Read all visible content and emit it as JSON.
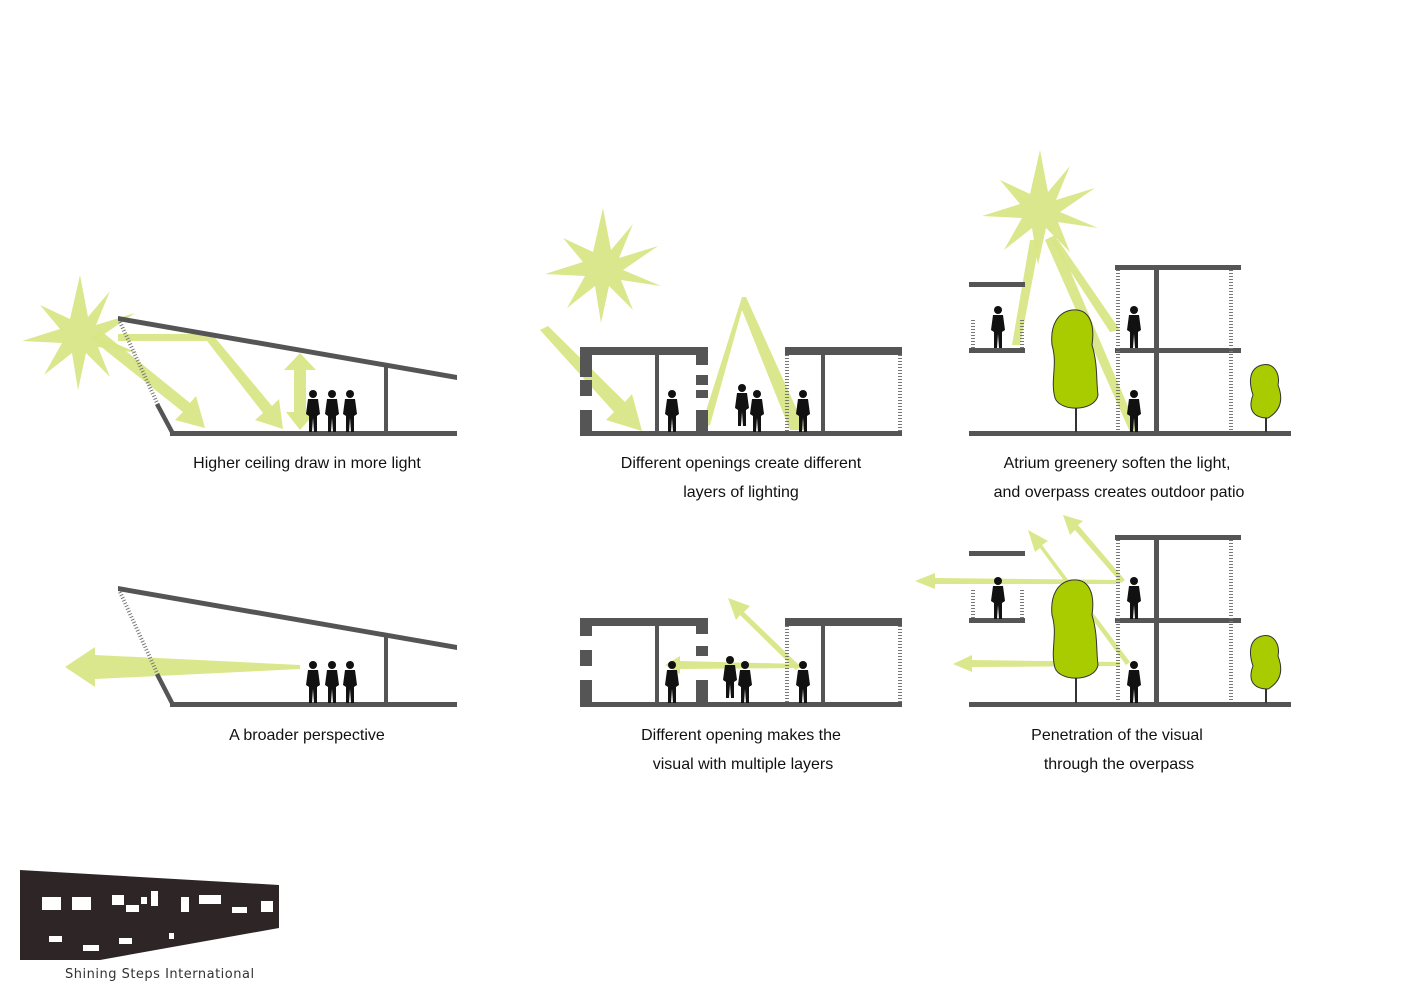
{
  "colors": {
    "light": "#d9e686",
    "wall": "#555555",
    "tree": "#a8cc00",
    "logo": "#2e2626"
  },
  "panels": [
    {
      "id": "higher-ceiling",
      "caption": [
        "Higher ceiling draw in more light"
      ]
    },
    {
      "id": "different-openings",
      "caption": [
        "Different openings create different",
        "layers of lighting"
      ]
    },
    {
      "id": "atrium-greenery",
      "caption": [
        "Atrium greenery soften the light,",
        "and overpass creates outdoor patio"
      ]
    },
    {
      "id": "broader-perspective",
      "caption": [
        "A broader perspective"
      ]
    },
    {
      "id": "multiple-layers",
      "caption": [
        "Different opening makes the",
        "visual with multiple layers"
      ]
    },
    {
      "id": "penetration",
      "caption": [
        "Penetration of the visual",
        "through the overpass"
      ]
    }
  ],
  "logo": {
    "name": "Shining Steps International"
  }
}
